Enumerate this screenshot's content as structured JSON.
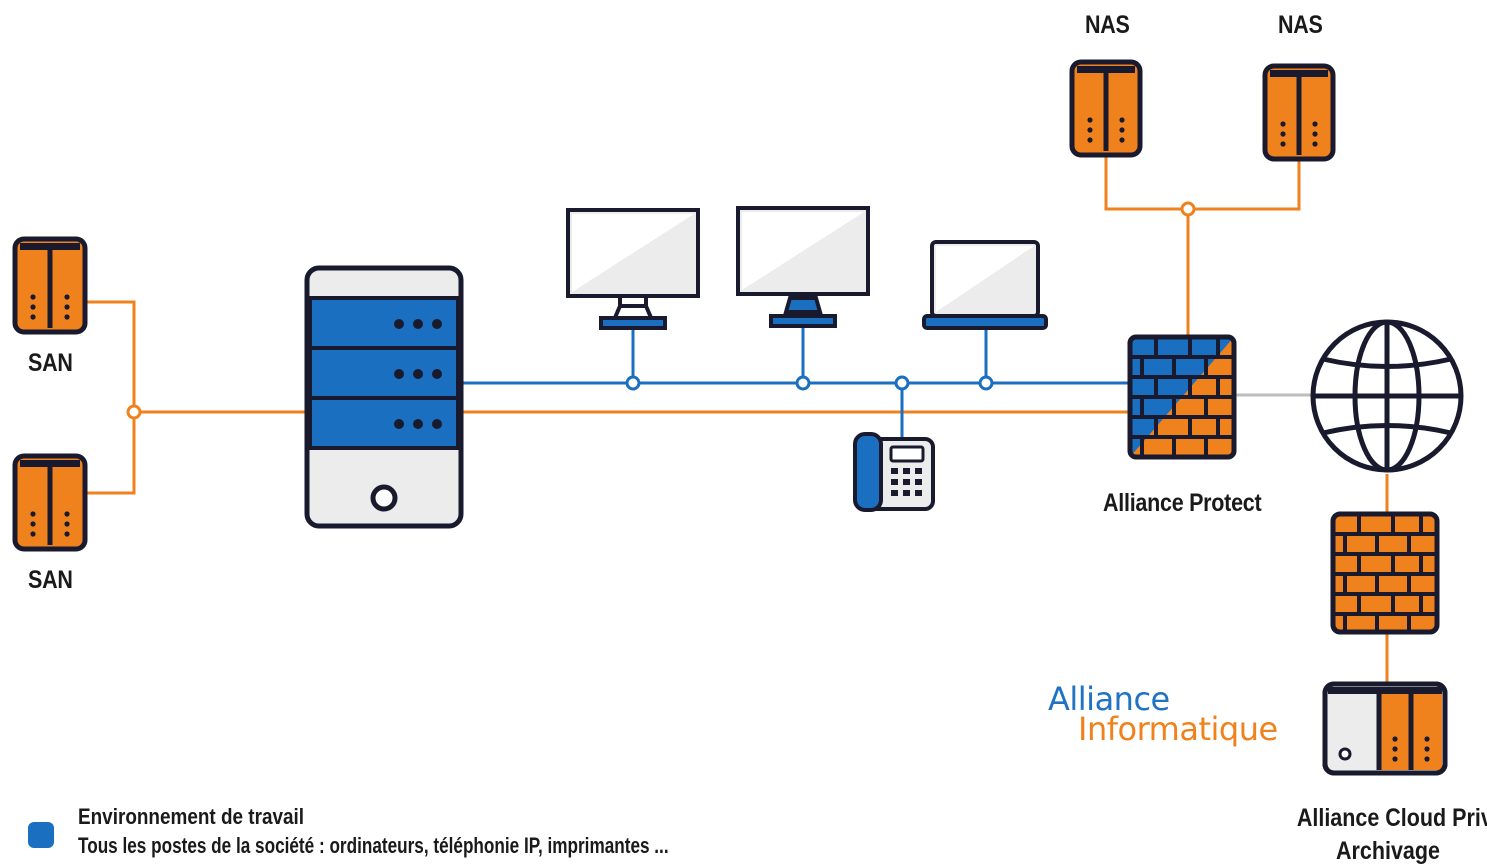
{
  "labels": {
    "san_top": "SAN",
    "san_bottom": "SAN",
    "nas_left": "NAS",
    "nas_right": "NAS",
    "alliance_protect": "Alliance Protect",
    "cloud_line1": "Alliance Cloud Privé",
    "cloud_line2": "Archivage"
  },
  "logo": {
    "line1": "Alliance",
    "line2": "Informatique"
  },
  "legend": {
    "title": "Environnement de travail",
    "description": "Tous les postes de la société : ordinateurs, téléphonie IP, imprimantes ..."
  },
  "colors": {
    "orange": "#f0821e",
    "blue": "#1a6fc1",
    "dark": "#1a1a2e",
    "grey": "#bdbdbd",
    "light": "#ececec"
  },
  "icons": [
    "san-device-icon",
    "nas-device-icon",
    "server-rack-icon",
    "monitor-icon",
    "laptop-icon",
    "ip-phone-icon",
    "firewall-icon",
    "globe-icon",
    "cloud-storage-icon"
  ]
}
